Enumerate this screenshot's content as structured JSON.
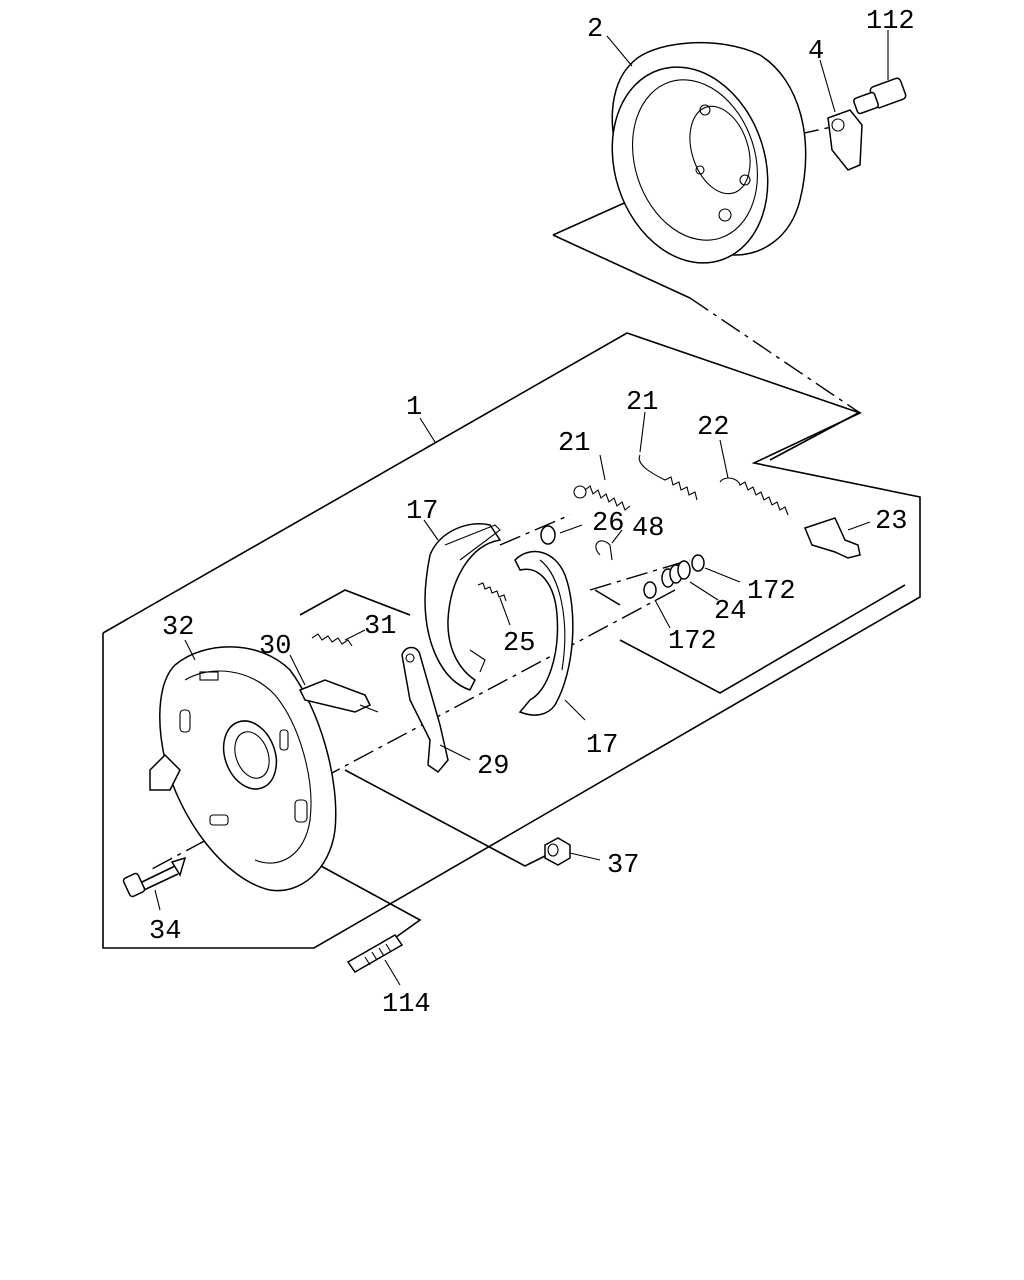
{
  "callouts": {
    "c1": "1",
    "c2": "2",
    "c4": "4",
    "c112": "112",
    "c17a": "17",
    "c17b": "17",
    "c21a": "21",
    "c21b": "21",
    "c22": "22",
    "c23": "23",
    "c24": "24",
    "c25": "25",
    "c26": "26",
    "c29": "29",
    "c30": "30",
    "c31": "31",
    "c32": "32",
    "c34": "34",
    "c37": "37",
    "c48": "48",
    "c114": "114",
    "c172a": "172",
    "c172b": "172"
  }
}
